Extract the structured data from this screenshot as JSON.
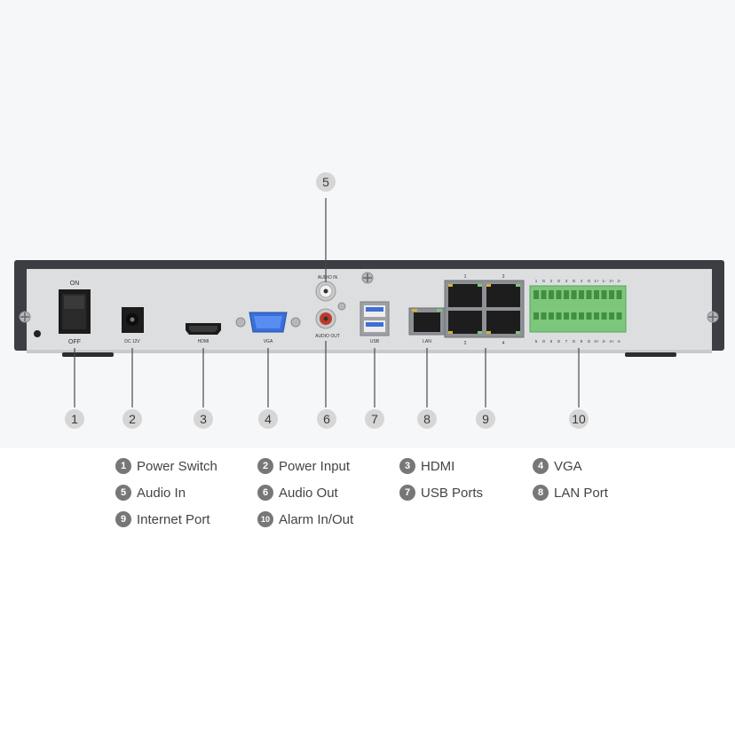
{
  "device": {
    "power_on_label": "ON",
    "power_off_label": "OFF",
    "dc_label": "DC 12V",
    "hdmi_label": "HDMI",
    "vga_label": "VGA",
    "audio_in_label": "AUDIO IN",
    "audio_out_label": "AUDIO OUT",
    "usb_label": "USB",
    "lan_label": "LAN",
    "poe_port_labels": [
      "1",
      "3",
      "2",
      "4"
    ],
    "alarm_top_labels": [
      "1",
      "G",
      "2",
      "G",
      "3",
      "G",
      "4",
      "G",
      "1+",
      "1-",
      "2+",
      "2-"
    ],
    "alarm_bottom_labels": [
      "5",
      "G",
      "6",
      "G",
      "7",
      "G",
      "8",
      "G",
      "3+",
      "3-",
      "4+",
      "4-"
    ]
  },
  "callouts": {
    "c1": "1",
    "c2": "2",
    "c3": "3",
    "c4": "4",
    "c5": "5",
    "c6": "6",
    "c7": "7",
    "c8": "8",
    "c9": "9",
    "c10": "10"
  },
  "legend": [
    {
      "num": "1",
      "label": "Power Switch"
    },
    {
      "num": "2",
      "label": "Power Input"
    },
    {
      "num": "3",
      "label": "HDMI"
    },
    {
      "num": "4",
      "label": "VGA"
    },
    {
      "num": "5",
      "label": "Audio In"
    },
    {
      "num": "6",
      "label": "Audio Out"
    },
    {
      "num": "7",
      "label": "USB Ports"
    },
    {
      "num": "8",
      "label": "LAN Port"
    },
    {
      "num": "9",
      "label": "Internet Port"
    },
    {
      "num": "10",
      "label": "Alarm In/Out"
    }
  ],
  "colors": {
    "chassis_dark": "#3b3e42",
    "panel_silver": "#dcdee0",
    "terminal_green": "#7dc77c",
    "usb_blue": "#3e6fd6",
    "vga_blue": "#3a6ed8",
    "rca_red": "#c0392b"
  }
}
